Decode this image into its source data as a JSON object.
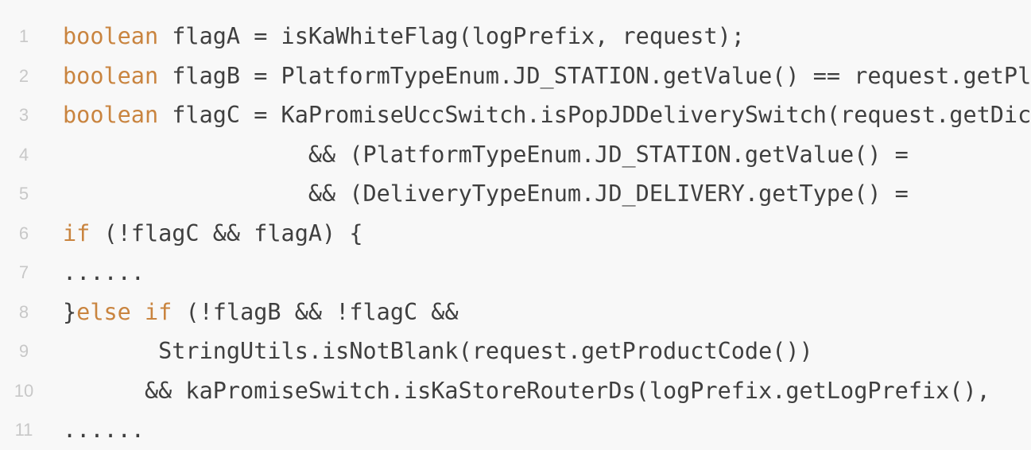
{
  "editor": {
    "lines": [
      {
        "number": "1",
        "segments": [
          {
            "text": "boolean",
            "kind": "keyword"
          },
          {
            "text": " flagA = isKaWhiteFlag(logPrefix, request);",
            "kind": "plain"
          }
        ]
      },
      {
        "number": "2",
        "segments": [
          {
            "text": "boolean",
            "kind": "keyword"
          },
          {
            "text": " flagB = PlatformTypeEnum.JD_STATION.getValue() == request.getPl",
            "kind": "plain"
          }
        ]
      },
      {
        "number": "3",
        "segments": [
          {
            "text": "boolean",
            "kind": "keyword"
          },
          {
            "text": " flagC = KaPromiseUccSwitch.isPopJDDeliverySwitch(request.getDic",
            "kind": "plain"
          }
        ]
      },
      {
        "number": "4",
        "segments": [
          {
            "text": "                  && (PlatformTypeEnum.JD_STATION.getValue() =",
            "kind": "plain"
          }
        ]
      },
      {
        "number": "5",
        "segments": [
          {
            "text": "                  && (DeliveryTypeEnum.JD_DELIVERY.getType() =",
            "kind": "plain"
          }
        ]
      },
      {
        "number": "6",
        "segments": [
          {
            "text": "if",
            "kind": "keyword"
          },
          {
            "text": " (!flagC && flagA) {",
            "kind": "plain"
          }
        ]
      },
      {
        "number": "7",
        "segments": [
          {
            "text": "......",
            "kind": "plain"
          }
        ]
      },
      {
        "number": "8",
        "segments": [
          {
            "text": "}",
            "kind": "plain"
          },
          {
            "text": "else if",
            "kind": "keyword"
          },
          {
            "text": " (!flagB && !flagC &&",
            "kind": "plain"
          }
        ]
      },
      {
        "number": "9",
        "segments": [
          {
            "text": "       StringUtils.isNotBlank(request.getProductCode())",
            "kind": "plain"
          }
        ]
      },
      {
        "number": "10",
        "segments": [
          {
            "text": "      && kaPromiseSwitch.isKaStoreRouterDs(logPrefix.getLogPrefix(),",
            "kind": "plain"
          }
        ]
      },
      {
        "number": "11",
        "segments": [
          {
            "text": "......",
            "kind": "plain"
          }
        ]
      }
    ],
    "colors": {
      "background": "#f8f8f8",
      "keyword": "#c9843f",
      "text": "#3f3f3f",
      "line_number": "#c8c8c8"
    }
  }
}
